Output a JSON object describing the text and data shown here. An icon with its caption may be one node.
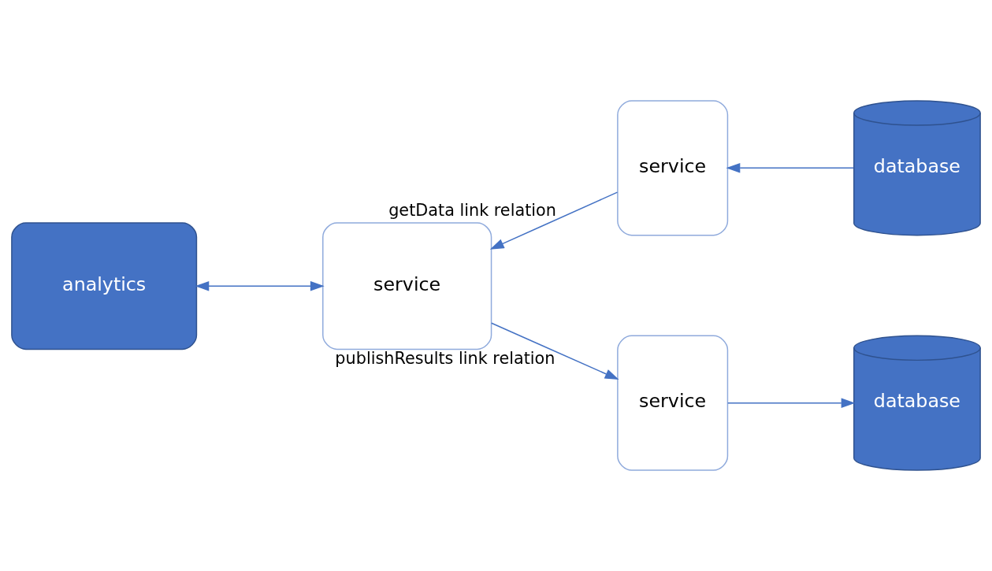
{
  "diagram": {
    "nodes": [
      {
        "text": [
          "analytics"
        ]
      },
      {
        "text": [
          "service"
        ]
      },
      {
        "text": [
          "service"
        ]
      },
      {
        "text": [
          "database"
        ]
      },
      {
        "text": [
          "service"
        ]
      },
      {
        "text": [
          "database"
        ]
      }
    ],
    "edges": [
      {
        "from": 0,
        "to": 1,
        "arrow": "both"
      },
      {
        "from": 2,
        "to": 1,
        "arrow": "to",
        "label": "getData link relation"
      },
      {
        "from": 3,
        "to": 2,
        "arrow": "to"
      },
      {
        "from": 1,
        "to": 4,
        "arrow": "to",
        "label": "publishResults link relation"
      },
      {
        "from": 4,
        "to": 5,
        "arrow": "to"
      }
    ]
  }
}
